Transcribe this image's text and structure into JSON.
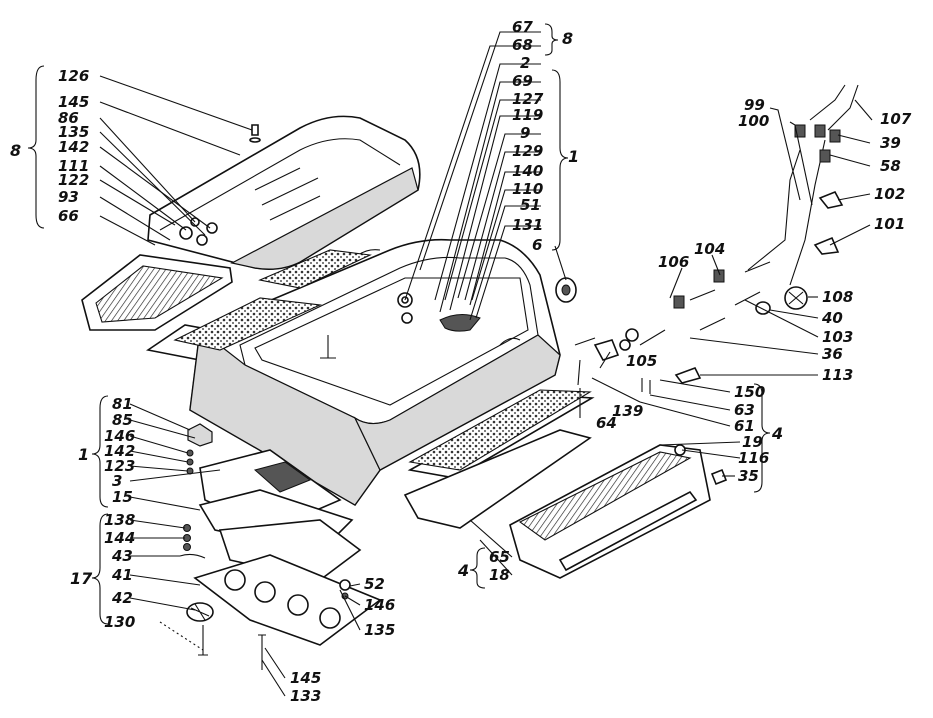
{
  "labels": [
    {
      "id": "126",
      "text": "126"
    },
    {
      "id": "145a",
      "text": "145"
    },
    {
      "id": "86",
      "text": "86"
    },
    {
      "id": "135a",
      "text": "135"
    },
    {
      "id": "142a",
      "text": "142"
    },
    {
      "id": "111",
      "text": "111"
    },
    {
      "id": "122",
      "text": "122"
    },
    {
      "id": "93",
      "text": "93"
    },
    {
      "id": "66",
      "text": "66"
    },
    {
      "id": "8L",
      "text": "8"
    },
    {
      "id": "67",
      "text": "67"
    },
    {
      "id": "68",
      "text": "68"
    },
    {
      "id": "8T",
      "text": "8"
    },
    {
      "id": "2",
      "text": "2"
    },
    {
      "id": "69",
      "text": "69"
    },
    {
      "id": "127",
      "text": "127"
    },
    {
      "id": "119",
      "text": "119"
    },
    {
      "id": "9",
      "text": "9"
    },
    {
      "id": "129",
      "text": "129"
    },
    {
      "id": "140",
      "text": "140"
    },
    {
      "id": "110",
      "text": "110"
    },
    {
      "id": "51",
      "text": "51"
    },
    {
      "id": "131",
      "text": "131"
    },
    {
      "id": "6",
      "text": "6"
    },
    {
      "id": "1T",
      "text": "1"
    },
    {
      "id": "99",
      "text": "99"
    },
    {
      "id": "100",
      "text": "100"
    },
    {
      "id": "107",
      "text": "107"
    },
    {
      "id": "39",
      "text": "39"
    },
    {
      "id": "58",
      "text": "58"
    },
    {
      "id": "102",
      "text": "102"
    },
    {
      "id": "101",
      "text": "101"
    },
    {
      "id": "106",
      "text": "106"
    },
    {
      "id": "104",
      "text": "104"
    },
    {
      "id": "108",
      "text": "108"
    },
    {
      "id": "40",
      "text": "40"
    },
    {
      "id": "103",
      "text": "103"
    },
    {
      "id": "105",
      "text": "105"
    },
    {
      "id": "36",
      "text": "36"
    },
    {
      "id": "113",
      "text": "113"
    },
    {
      "id": "150",
      "text": "150"
    },
    {
      "id": "63",
      "text": "63"
    },
    {
      "id": "61",
      "text": "61"
    },
    {
      "id": "139",
      "text": "139"
    },
    {
      "id": "64",
      "text": "64"
    },
    {
      "id": "19",
      "text": "19"
    },
    {
      "id": "116",
      "text": "116"
    },
    {
      "id": "35",
      "text": "35"
    },
    {
      "id": "4R",
      "text": "4"
    },
    {
      "id": "65",
      "text": "65"
    },
    {
      "id": "18",
      "text": "18"
    },
    {
      "id": "4B",
      "text": "4"
    },
    {
      "id": "81",
      "text": "81"
    },
    {
      "id": "85",
      "text": "85"
    },
    {
      "id": "146a",
      "text": "146"
    },
    {
      "id": "142b",
      "text": "142"
    },
    {
      "id": "123",
      "text": "123"
    },
    {
      "id": "3",
      "text": "3"
    },
    {
      "id": "15",
      "text": "15"
    },
    {
      "id": "1L",
      "text": "1"
    },
    {
      "id": "138",
      "text": "138"
    },
    {
      "id": "144",
      "text": "144"
    },
    {
      "id": "43",
      "text": "43"
    },
    {
      "id": "41",
      "text": "41"
    },
    {
      "id": "42",
      "text": "42"
    },
    {
      "id": "130",
      "text": "130"
    },
    {
      "id": "17",
      "text": "17"
    },
    {
      "id": "52",
      "text": "52"
    },
    {
      "id": "146b",
      "text": "146"
    },
    {
      "id": "135b",
      "text": "135"
    },
    {
      "id": "145b",
      "text": "145"
    },
    {
      "id": "133",
      "text": "133"
    }
  ]
}
